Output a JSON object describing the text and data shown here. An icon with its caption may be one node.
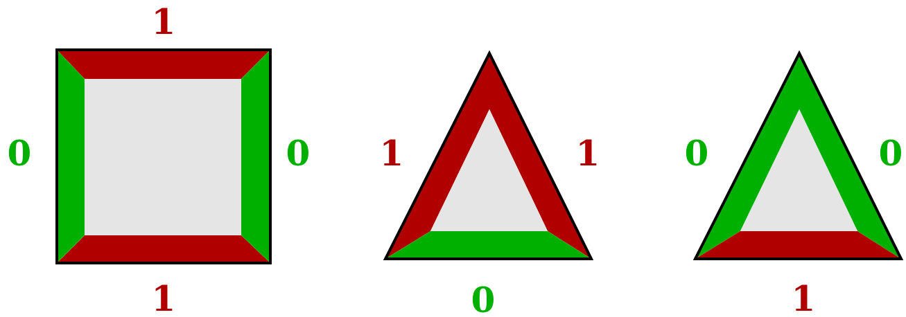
{
  "diagram": {
    "labels": [
      "1",
      "0",
      "0",
      "1",
      "1",
      "1",
      "0",
      "0",
      "0",
      "1"
    ]
  }
}
